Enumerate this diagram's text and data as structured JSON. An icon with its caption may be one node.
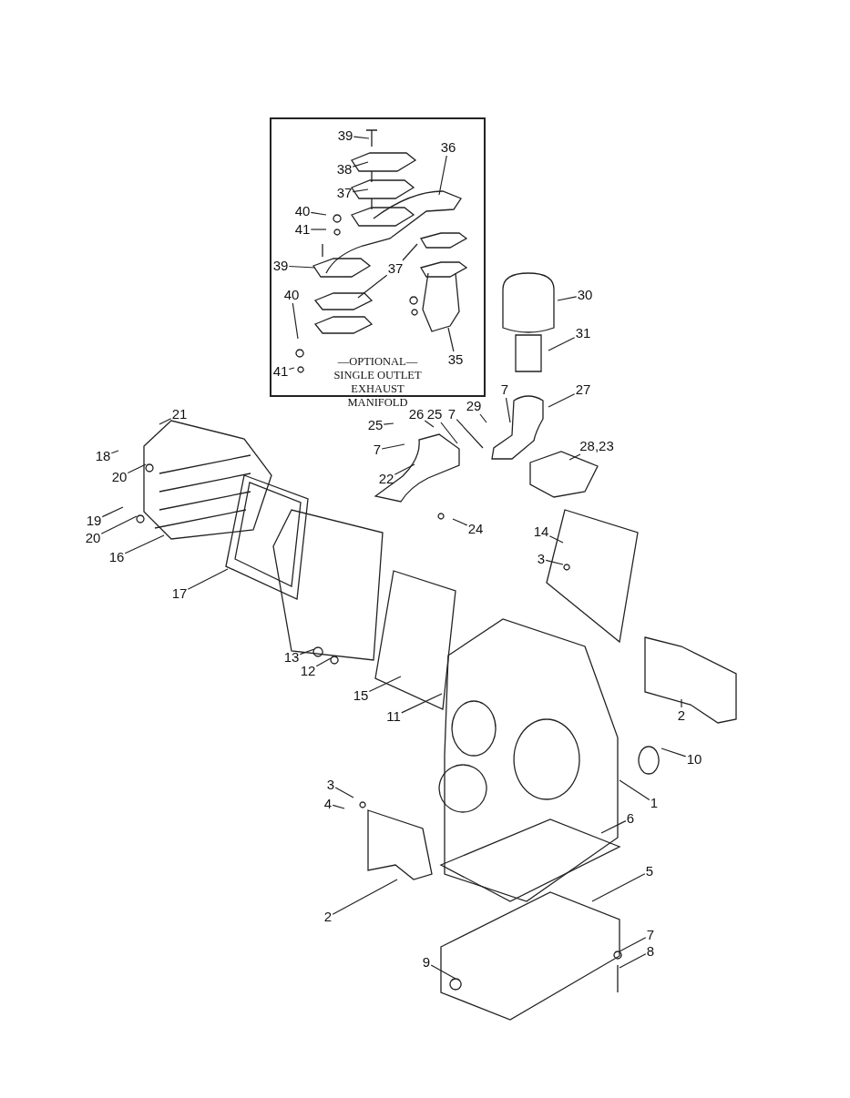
{
  "diagram": {
    "nodes": [
      {
        "text": [
          "—OPTIONAL— SINGLE OUTLET EXHAUST MANIFOLD"
        ]
      },
      {
        "text": [
          "39"
        ],
        "in": 0
      },
      {
        "text": [
          "38"
        ],
        "in": 0
      },
      {
        "text": [
          "37"
        ],
        "in": 0
      },
      {
        "text": [
          "36"
        ],
        "in": 0
      },
      {
        "text": [
          "40"
        ],
        "in": 0
      },
      {
        "text": [
          "41"
        ],
        "in": 0
      },
      {
        "text": [
          "39"
        ],
        "in": 0
      },
      {
        "text": [
          "37"
        ],
        "in": 0
      },
      {
        "text": [
          "40"
        ],
        "in": 0
      },
      {
        "text": [
          "41"
        ],
        "in": 0
      },
      {
        "text": [
          "35"
        ],
        "in": 0
      },
      {
        "text": [
          "30"
        ]
      },
      {
        "text": [
          "31"
        ]
      },
      {
        "text": [
          "27"
        ]
      },
      {
        "text": [
          "7"
        ]
      },
      {
        "text": [
          "29"
        ]
      },
      {
        "text": [
          "28,23"
        ]
      },
      {
        "text": [
          "25"
        ]
      },
      {
        "text": [
          "26"
        ]
      },
      {
        "text": [
          "25"
        ]
      },
      {
        "text": [
          "7"
        ]
      },
      {
        "text": [
          "7"
        ]
      },
      {
        "text": [
          "22"
        ]
      },
      {
        "text": [
          "24"
        ]
      },
      {
        "text": [
          "21"
        ]
      },
      {
        "text": [
          "18"
        ]
      },
      {
        "text": [
          "20"
        ]
      },
      {
        "text": [
          "19"
        ]
      },
      {
        "text": [
          "20"
        ]
      },
      {
        "text": [
          "16"
        ]
      },
      {
        "text": [
          "17"
        ]
      },
      {
        "text": [
          "14"
        ]
      },
      {
        "text": [
          "3"
        ]
      },
      {
        "text": [
          "13"
        ]
      },
      {
        "text": [
          "12"
        ]
      },
      {
        "text": [
          "15"
        ]
      },
      {
        "text": [
          "11"
        ]
      },
      {
        "text": [
          "2"
        ]
      },
      {
        "text": [
          "10"
        ]
      },
      {
        "text": [
          "1"
        ]
      },
      {
        "text": [
          "3"
        ]
      },
      {
        "text": [
          "4"
        ]
      },
      {
        "text": [
          "6"
        ]
      },
      {
        "text": [
          "2"
        ]
      },
      {
        "text": [
          "5"
        ]
      },
      {
        "text": [
          "7"
        ]
      },
      {
        "text": [
          "8"
        ]
      },
      {
        "text": [
          "9"
        ]
      }
    ],
    "edges": [
      {
        "from": 1,
        "to": null,
        "arrow": "none"
      },
      {
        "from": 2,
        "to": null,
        "arrow": "none"
      },
      {
        "from": 3,
        "to": null,
        "arrow": "none"
      },
      {
        "from": 4,
        "to": null,
        "arrow": "none"
      },
      {
        "from": 5,
        "to": null,
        "arrow": "none"
      },
      {
        "from": 6,
        "to": null,
        "arrow": "none"
      },
      {
        "from": 7,
        "to": null,
        "arrow": "none"
      },
      {
        "from": 8,
        "to": null,
        "arrow": "none"
      },
      {
        "from": 8,
        "to": null,
        "arrow": "none"
      },
      {
        "from": 9,
        "to": null,
        "arrow": "none"
      },
      {
        "from": 10,
        "to": null,
        "arrow": "none"
      },
      {
        "from": 11,
        "to": null,
        "arrow": "none"
      },
      {
        "from": 12,
        "to": null,
        "arrow": "none"
      },
      {
        "from": 13,
        "to": null,
        "arrow": "none"
      },
      {
        "from": 14,
        "to": null,
        "arrow": "none"
      },
      {
        "from": 15,
        "to": null,
        "arrow": "none"
      },
      {
        "from": 16,
        "to": null,
        "arrow": "none"
      },
      {
        "from": 17,
        "to": null,
        "arrow": "none"
      },
      {
        "from": 18,
        "to": null,
        "arrow": "none"
      },
      {
        "from": 19,
        "to": null,
        "arrow": "none"
      },
      {
        "from": 20,
        "to": null,
        "arrow": "none"
      },
      {
        "from": 21,
        "to": null,
        "arrow": "none"
      },
      {
        "from": 22,
        "to": null,
        "arrow": "none"
      },
      {
        "from": 23,
        "to": null,
        "arrow": "none"
      },
      {
        "from": 24,
        "to": null,
        "arrow": "none"
      },
      {
        "from": 25,
        "to": null,
        "arrow": "none"
      },
      {
        "from": 26,
        "to": null,
        "arrow": "none"
      },
      {
        "from": 27,
        "to": null,
        "arrow": "none"
      },
      {
        "from": 28,
        "to": null,
        "arrow": "none"
      },
      {
        "from": 29,
        "to": null,
        "arrow": "none"
      },
      {
        "from": 30,
        "to": null,
        "arrow": "none"
      },
      {
        "from": 31,
        "to": null,
        "arrow": "none"
      },
      {
        "from": 32,
        "to": null,
        "arrow": "none"
      },
      {
        "from": 33,
        "to": null,
        "arrow": "none"
      },
      {
        "from": 34,
        "to": null,
        "arrow": "none"
      },
      {
        "from": 35,
        "to": null,
        "arrow": "none"
      },
      {
        "from": 36,
        "to": null,
        "arrow": "none"
      },
      {
        "from": 37,
        "to": null,
        "arrow": "none"
      },
      {
        "from": 38,
        "to": null,
        "arrow": "none"
      },
      {
        "from": 39,
        "to": null,
        "arrow": "none"
      },
      {
        "from": 40,
        "to": null,
        "arrow": "none"
      },
      {
        "from": 41,
        "to": null,
        "arrow": "none"
      },
      {
        "from": 42,
        "to": null,
        "arrow": "none"
      },
      {
        "from": 43,
        "to": null,
        "arrow": "none"
      },
      {
        "from": 44,
        "to": null,
        "arrow": "none"
      },
      {
        "from": 45,
        "to": null,
        "arrow": "none"
      },
      {
        "from": 46,
        "to": null,
        "arrow": "none"
      },
      {
        "from": 47,
        "to": null,
        "arrow": "none"
      },
      {
        "from": 48,
        "to": null,
        "arrow": "none"
      }
    ]
  }
}
